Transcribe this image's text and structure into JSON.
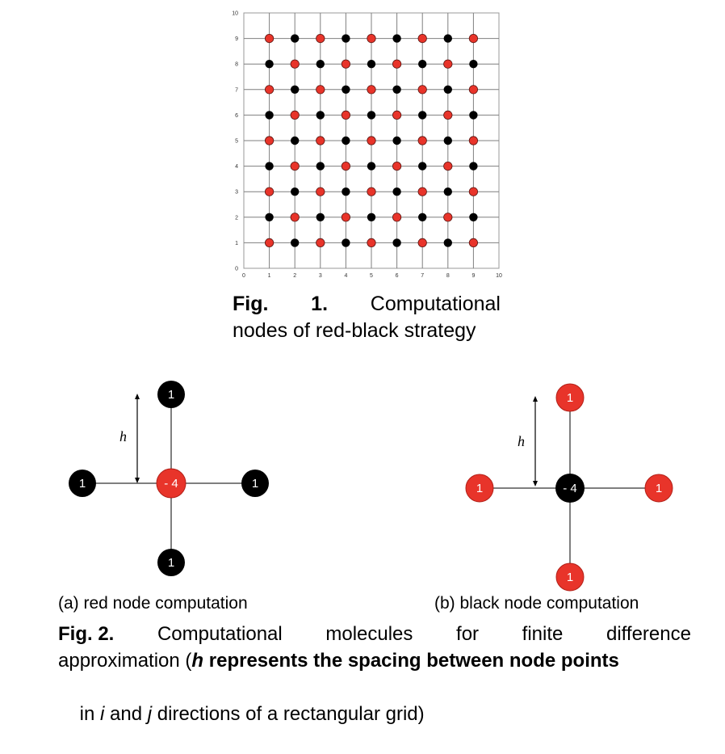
{
  "colors": {
    "red": "#e8342a",
    "black": "#000000",
    "grid": "#7f7f7f"
  },
  "figure1": {
    "chart_data": {
      "type": "scatter",
      "xlim": [
        0,
        10
      ],
      "ylim": [
        0,
        10
      ],
      "x_ticks": [
        "0",
        "1",
        "2",
        "3",
        "4",
        "5",
        "6",
        "7",
        "8",
        "9",
        "10"
      ],
      "y_ticks": [
        "0",
        "1",
        "2",
        "3",
        "4",
        "5",
        "6",
        "7",
        "8",
        "9",
        "10"
      ],
      "grid": true,
      "nodes_rule": "nodes at integer (i,j) for i,j in 1..9; red when (i+j) even, black when (i+j) odd",
      "series": [
        {
          "color": "red",
          "points": [
            [
              1,
              1
            ],
            [
              3,
              1
            ],
            [
              5,
              1
            ],
            [
              7,
              1
            ],
            [
              9,
              1
            ],
            [
              2,
              2
            ],
            [
              4,
              2
            ],
            [
              6,
              2
            ],
            [
              8,
              2
            ],
            [
              1,
              3
            ],
            [
              3,
              3
            ],
            [
              5,
              3
            ],
            [
              7,
              3
            ],
            [
              9,
              3
            ],
            [
              2,
              4
            ],
            [
              4,
              4
            ],
            [
              6,
              4
            ],
            [
              8,
              4
            ],
            [
              1,
              5
            ],
            [
              3,
              5
            ],
            [
              5,
              5
            ],
            [
              7,
              5
            ],
            [
              9,
              5
            ],
            [
              2,
              6
            ],
            [
              4,
              6
            ],
            [
              6,
              6
            ],
            [
              8,
              6
            ],
            [
              1,
              7
            ],
            [
              3,
              7
            ],
            [
              5,
              7
            ],
            [
              7,
              7
            ],
            [
              9,
              7
            ],
            [
              2,
              8
            ],
            [
              4,
              8
            ],
            [
              6,
              8
            ],
            [
              8,
              8
            ],
            [
              1,
              9
            ],
            [
              3,
              9
            ],
            [
              5,
              9
            ],
            [
              7,
              9
            ],
            [
              9,
              9
            ]
          ]
        },
        {
          "color": "black",
          "points": [
            [
              2,
              1
            ],
            [
              4,
              1
            ],
            [
              6,
              1
            ],
            [
              8,
              1
            ],
            [
              1,
              2
            ],
            [
              3,
              2
            ],
            [
              5,
              2
            ],
            [
              7,
              2
            ],
            [
              9,
              2
            ],
            [
              2,
              3
            ],
            [
              4,
              3
            ],
            [
              6,
              3
            ],
            [
              8,
              3
            ],
            [
              1,
              4
            ],
            [
              3,
              4
            ],
            [
              5,
              4
            ],
            [
              7,
              4
            ],
            [
              9,
              4
            ],
            [
              2,
              5
            ],
            [
              4,
              5
            ],
            [
              6,
              5
            ],
            [
              8,
              5
            ],
            [
              1,
              6
            ],
            [
              3,
              6
            ],
            [
              5,
              6
            ],
            [
              7,
              6
            ],
            [
              9,
              6
            ],
            [
              2,
              7
            ],
            [
              4,
              7
            ],
            [
              6,
              7
            ],
            [
              8,
              7
            ],
            [
              1,
              8
            ],
            [
              3,
              8
            ],
            [
              5,
              8
            ],
            [
              7,
              8
            ],
            [
              9,
              8
            ],
            [
              2,
              9
            ],
            [
              4,
              9
            ],
            [
              6,
              9
            ],
            [
              8,
              9
            ]
          ]
        }
      ]
    },
    "caption_bold_1": "Fig.",
    "caption_bold_2": "1.",
    "caption_word_1": "Computational",
    "caption_line_2": "nodes of red-black strategy"
  },
  "figure2": {
    "molecule_a": {
      "center": {
        "label": "- 4",
        "color": "red"
      },
      "neighbors": {
        "top": "1",
        "bottom": "1",
        "left": "1",
        "right": "1"
      },
      "neighbor_color": "black",
      "spacing_label": "h",
      "sublabel": "(a) red node computation"
    },
    "molecule_b": {
      "center": {
        "label": "- 4",
        "color": "black"
      },
      "neighbors": {
        "top": "1",
        "bottom": "1",
        "left": "1",
        "right": "1"
      },
      "neighbor_color": "red",
      "spacing_label": "h",
      "sublabel": "(b) black node computation"
    },
    "caption": {
      "bold": "Fig.  2.",
      "w1": "Computational",
      "w2": "molecules",
      "w3": "for",
      "w4": "finite",
      "w5": "difference",
      "line2_pre": "approximation (",
      "line2_h": "h",
      "line2_post": " represents the spacing between node points",
      "line3_pre": "in ",
      "line3_i": "i",
      "line3_mid": " and ",
      "line3_j": "j",
      "line3_post": " directions of a rectangular grid)"
    }
  }
}
